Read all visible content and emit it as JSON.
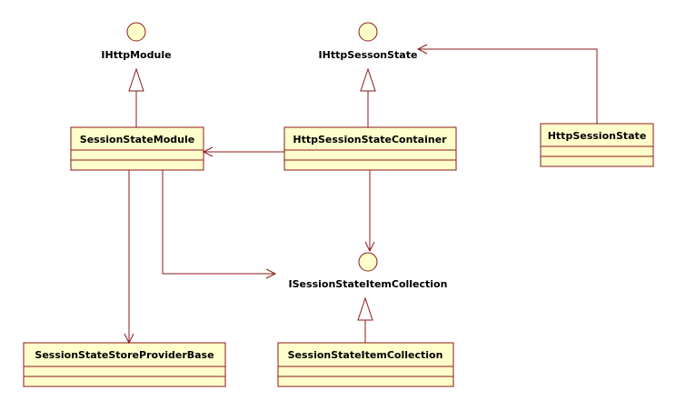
{
  "diagram": {
    "interfaces": [
      {
        "id": "ihttpmodule",
        "label": "IHttpModule"
      },
      {
        "id": "ihttpsessonstate",
        "label": "IHttpSessonState"
      },
      {
        "id": "isessionstateitemcollection",
        "label": "ISessionStateItemCollection"
      }
    ],
    "classes": [
      {
        "id": "sessionstatemodule",
        "label": "SessionStateModule"
      },
      {
        "id": "httpsessionstatecontainer",
        "label": "HttpSessionStateContainer"
      },
      {
        "id": "httpsessionstate",
        "label": "HttpSessionState"
      },
      {
        "id": "sessionstatestoreproviderbase",
        "label": "SessionStateStoreProviderBase"
      },
      {
        "id": "sessionstateitemcollection",
        "label": "SessionStateItemCollection"
      }
    ],
    "relations": [
      {
        "from": "sessionstatemodule",
        "to": "ihttpmodule",
        "kind": "realization"
      },
      {
        "from": "httpsessionstatecontainer",
        "to": "ihttpsessonstate",
        "kind": "realization"
      },
      {
        "from": "sessionstateitemcollection",
        "to": "isessionstateitemcollection",
        "kind": "realization"
      },
      {
        "from": "httpsessionstate",
        "to": "ihttpsessonstate",
        "kind": "association"
      },
      {
        "from": "httpsessionstatecontainer",
        "to": "sessionstatemodule",
        "kind": "association"
      },
      {
        "from": "httpsessionstatecontainer",
        "to": "isessionstateitemcollection",
        "kind": "association"
      },
      {
        "from": "sessionstatemodule",
        "to": "isessionstateitemcollection",
        "kind": "association"
      },
      {
        "from": "sessionstatemodule",
        "to": "sessionstatestoreproviderbase",
        "kind": "association"
      }
    ]
  }
}
